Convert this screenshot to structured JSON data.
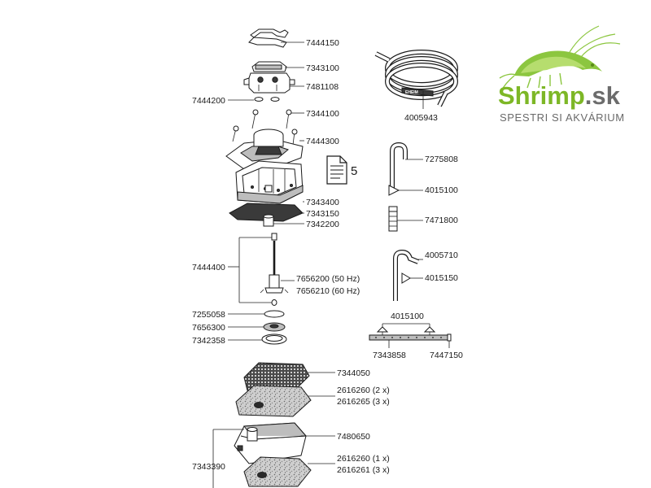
{
  "brand": {
    "name": "Shrimp",
    "tld": ".sk",
    "tagline": "SPESTRI SI AKVÁRIUM",
    "color": "#7db726"
  },
  "doc_ref": "5",
  "parts": {
    "p7444150": "7444150",
    "p7343100": "7343100",
    "p7481108": "7481108",
    "p7444200": "7444200",
    "p7344100": "7344100",
    "p7444300": "7444300",
    "p7343400": "7343400",
    "p7343150": "7343150",
    "p7342200": "7342200",
    "p7444400": "7444400",
    "p7656200": "7656200 (50 Hz)",
    "p7656210": "7656210 (60 Hz)",
    "p7255058": "7255058",
    "p7656300": "7656300",
    "p7342358": "7342358",
    "p7344050": "7344050",
    "p2616260a": "2616260 (2 x)",
    "p2616265": "2616265 (3 x)",
    "p7480650": "7480650",
    "p7343390": "7343390",
    "p2616260b": "2616260 (1 x)",
    "p2616261": "2616261 (3 x)",
    "p4005943": "4005943",
    "p7275808": "7275808",
    "p4015100a": "4015100",
    "p7471800": "7471800",
    "p4005710": "4005710",
    "p4015150": "4015150",
    "p4015100b": "4015100",
    "p7343858": "7343858",
    "p7447150": "7447150"
  },
  "tube_text": "EHEIM",
  "icons": {
    "document": "document-icon",
    "logo": "shrimp-logo-icon"
  }
}
